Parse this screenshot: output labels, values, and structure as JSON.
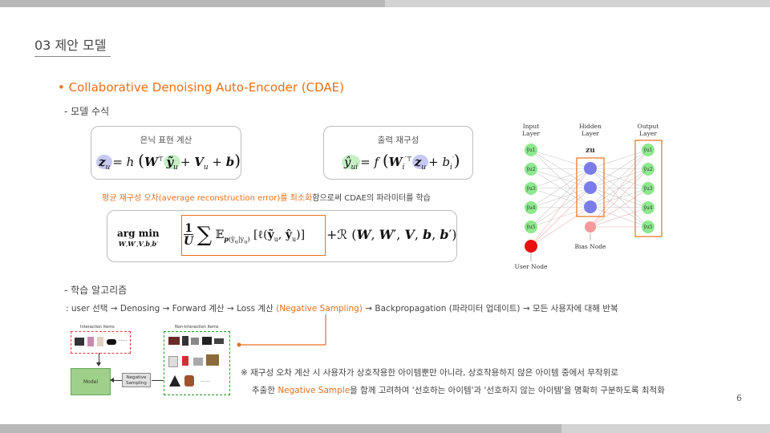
{
  "header": {
    "section_title": "03 제안 모델"
  },
  "bullet": {
    "title": "• Collaborative Denoising Auto-Encoder (CDAE)"
  },
  "subsection1": {
    "label": "- 모델 수식"
  },
  "formula_hidden": {
    "label": "은닉 표현 계산"
  },
  "formula_output": {
    "label": "출력 재구성"
  },
  "objective_note": {
    "highlight": "평균 재구성 오차(average reconstruction error)를 최소화",
    "rest": "함으로써 CDAE의 파라미터를 학습"
  },
  "subsection2": {
    "label": "- 학습 알고리즘"
  },
  "algorithm": {
    "prefix": ": user 선택 →  Denosing → Forward 계산 → Loss 계산 ",
    "highlight": "(Negative Sampling)",
    "suffix": " → Backpropagation (파라미터 업데이트) → 모든 사용자에 대해 반복"
  },
  "note": {
    "line1": "※ 재구성 오차 계산 시 사용자가 상호작용한 아이템뿐만 아니라, 상호작용하지 않은 아이템 중에서 무작위로",
    "line2_prefix": "추출한 ",
    "line2_highlight": "Negative Sample",
    "line2_suffix": "을 함께 고려하여 '선호하는 아이템'과 '선호하지 않는 아이템'을 명확히 구분하도록 최적화"
  },
  "diagram": {
    "interaction_items": "Interaction Items",
    "non_interaction_items": "Non-Interaction Items",
    "model": "Model",
    "negative_sampling": "Negative Sampling",
    "dots": "......"
  },
  "network": {
    "input_layer": "Input Layer",
    "hidden_layer": "Hidden Layer",
    "output_layer": "Output Layer",
    "z_label": "zu",
    "bias_node": "Bias Node",
    "user_node": "User Node",
    "input_nodes": [
      "ŷu1",
      "ŷu2",
      "ŷu3",
      "ŷu4",
      "ŷu5"
    ],
    "output_nodes": [
      "ŷu1",
      "ŷu2",
      "ŷu3",
      "ŷu4",
      "ŷu5"
    ]
  },
  "page": {
    "number": "6"
  },
  "colors": {
    "accent": "#e8701a",
    "node_green": "#8ee88e",
    "node_blue": "#7b7bea",
    "node_red": "#e81010",
    "node_pink": "#f29a9a"
  }
}
